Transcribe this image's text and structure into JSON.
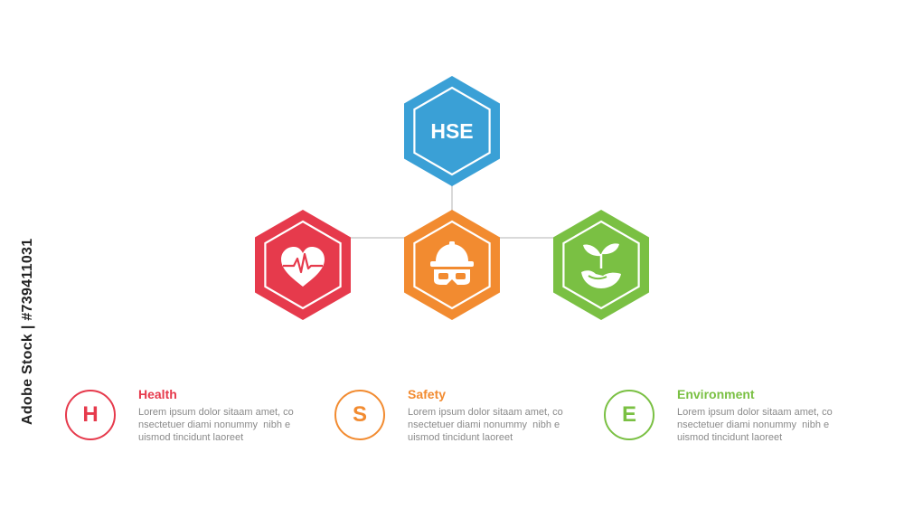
{
  "center": {
    "label": "HSE",
    "color": "#3aa0d6"
  },
  "nodes": [
    {
      "key": "health",
      "icon": "heart-pulse-icon",
      "color": "#e63a4c"
    },
    {
      "key": "safety",
      "icon": "hard-hat-goggles-icon",
      "color": "#f28b30"
    },
    {
      "key": "environment",
      "icon": "leaf-hand-icon",
      "color": "#7ac043"
    }
  ],
  "items": [
    {
      "letter": "H",
      "title": "Health",
      "color": "#e63a4c",
      "lines": [
        "Lorem ipsum dolor sitaam amet, co",
        "nsectetuer diami nonummy  nibh e",
        "uismod tincidunt laoreet"
      ]
    },
    {
      "letter": "S",
      "title": "Safety",
      "color": "#f28b30",
      "lines": [
        "Lorem ipsum dolor sitaam amet, co",
        "nsectetuer diami nonummy  nibh e",
        "uismod tincidunt laoreet"
      ]
    },
    {
      "letter": "E",
      "title": "Environment",
      "color": "#7ac043",
      "lines": [
        "Lorem ipsum dolor sitaam amet, co",
        "nsectetuer diami nonummy  nibh e",
        "uismod tincidunt laoreet"
      ]
    }
  ],
  "stock_id": "Adobe Stock | #739411031",
  "connector_color": "#d9d9d9"
}
